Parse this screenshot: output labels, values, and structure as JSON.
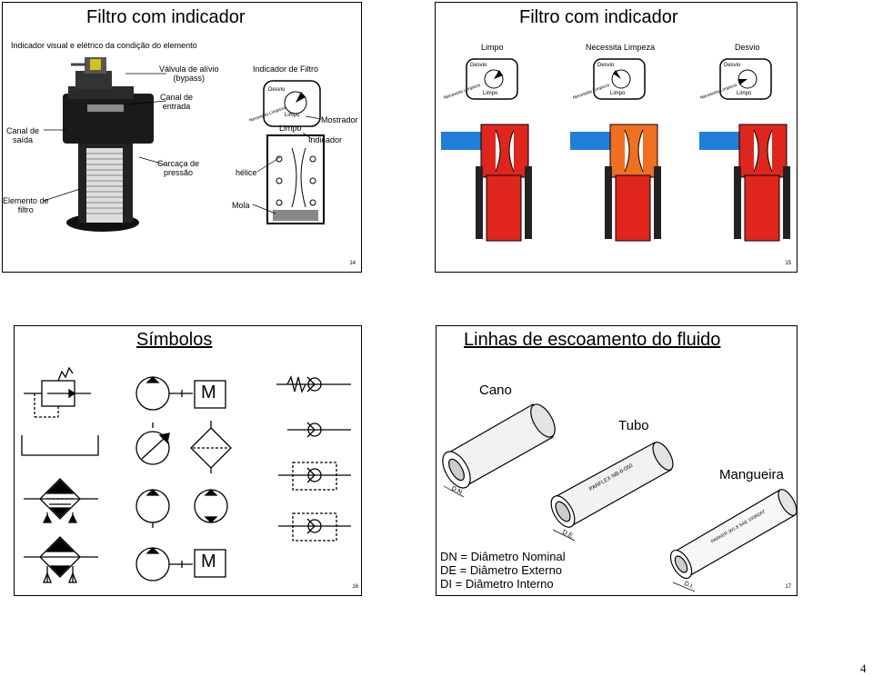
{
  "slide14": {
    "title": "Filtro com indicador",
    "subtitle": "Indicador visual e elétrico da condição do elemento",
    "labels": {
      "valvula": "Válvula de alívio\n(bypass)",
      "canal_entrada": "Canal de\nentrada",
      "canal_saida": "Canal de\nsaída",
      "carcaca": "Carcaça de\npressão",
      "elemento": "Elemento de\nfiltro",
      "indicador_filtro": "Indicador de Filtro",
      "desvio": "Desvio",
      "necessita": "Necessita Limpeza",
      "limpo_dial": "Limpo",
      "limpo": "Limpo",
      "mostrador": "Mostrador",
      "indicador": "Indicador",
      "helice": "hélice",
      "mola": "Mola"
    },
    "page": "14"
  },
  "slide15": {
    "title": "Filtro com indicador",
    "states": [
      "Limpo",
      "Necessita Limpeza",
      "Desvio"
    ],
    "dial": {
      "desvio": "Desvio",
      "necessita": "Necessita Limpeza",
      "limpo": "Limpo"
    },
    "page": "15"
  },
  "slide16": {
    "title": "Símbolos",
    "motor_letter": "M",
    "page": "16"
  },
  "slide17": {
    "title": "Linhas de escoamento do fluido",
    "cano": "Cano",
    "tubo": "Tubo",
    "mangueira": "Mangueira",
    "dim_dn": "D.N.",
    "dim_de": "D.E.",
    "dim_di": "D.I.",
    "tubo_print": "PARFLEX NB-6-050",
    "mangueira_print": "PARKER 301-8 SAE 100R2AT",
    "legend": [
      "DN = Diâmetro Nominal",
      "DE = Diâmetro Externo",
      "DI = Diâmetro Interno"
    ],
    "page": "17"
  },
  "doc_page": "4",
  "colors": {
    "pressure_red": "#e0261c",
    "return_blue": "#1f7fd8",
    "orange": "#f07020",
    "dark": "#1a1a1a"
  }
}
